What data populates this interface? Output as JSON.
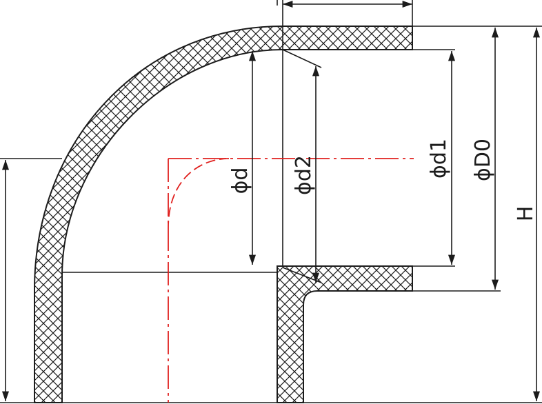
{
  "labels": {
    "d": "ϕd",
    "d2": "ϕd2",
    "d1": "ϕd1",
    "D0": "ϕD0",
    "H": "H"
  },
  "colors": {
    "line": "#1c1c1c",
    "centerline": "#e0201e",
    "background": "#ffffff"
  }
}
